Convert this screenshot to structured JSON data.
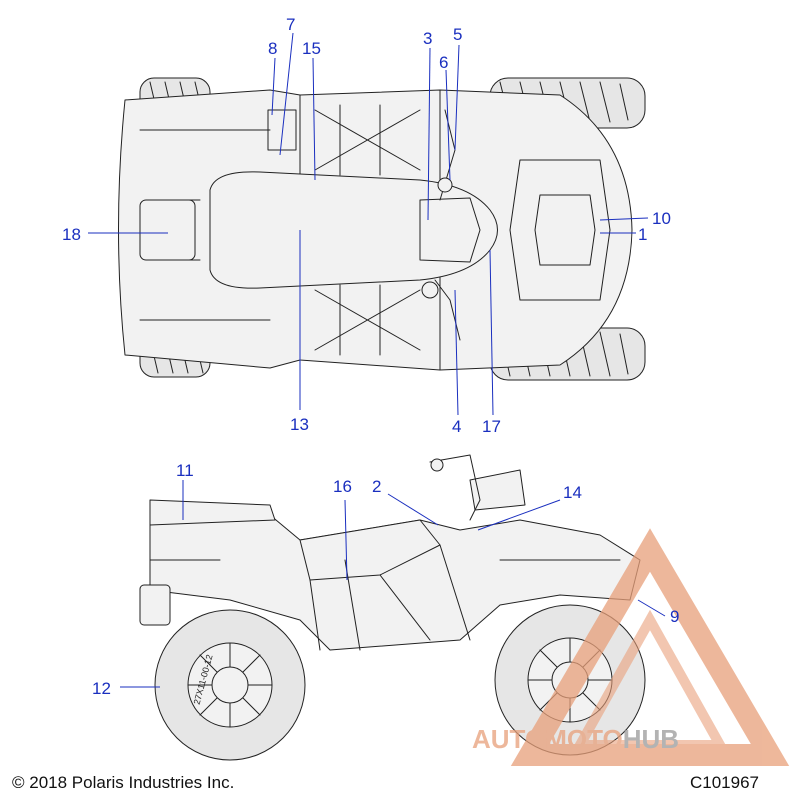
{
  "callouts": [
    {
      "id": "7",
      "label": "7"
    },
    {
      "id": "8",
      "label": "8"
    },
    {
      "id": "15",
      "label": "15"
    },
    {
      "id": "3",
      "label": "3"
    },
    {
      "id": "5",
      "label": "5"
    },
    {
      "id": "6",
      "label": "6"
    },
    {
      "id": "10",
      "label": "10"
    },
    {
      "id": "1",
      "label": "1"
    },
    {
      "id": "18",
      "label": "18"
    },
    {
      "id": "13",
      "label": "13"
    },
    {
      "id": "4",
      "label": "4"
    },
    {
      "id": "17",
      "label": "17"
    },
    {
      "id": "11",
      "label": "11"
    },
    {
      "id": "16",
      "label": "16"
    },
    {
      "id": "2",
      "label": "2"
    },
    {
      "id": "14",
      "label": "14"
    },
    {
      "id": "9",
      "label": "9"
    },
    {
      "id": "12",
      "label": "12"
    }
  ],
  "tire_text": "27X11-00-12",
  "watermark": {
    "part1": "AUTO",
    "part2": "MOTO",
    "part3": "HUB",
    "color_primary": "#e8a07a",
    "color_secondary": "#9a9a9a"
  },
  "footer": {
    "copyright": "© 2018 Polaris Industries Inc.",
    "code": "C101967"
  },
  "colors": {
    "callout": "#1a2fbf",
    "line": "#222222"
  }
}
